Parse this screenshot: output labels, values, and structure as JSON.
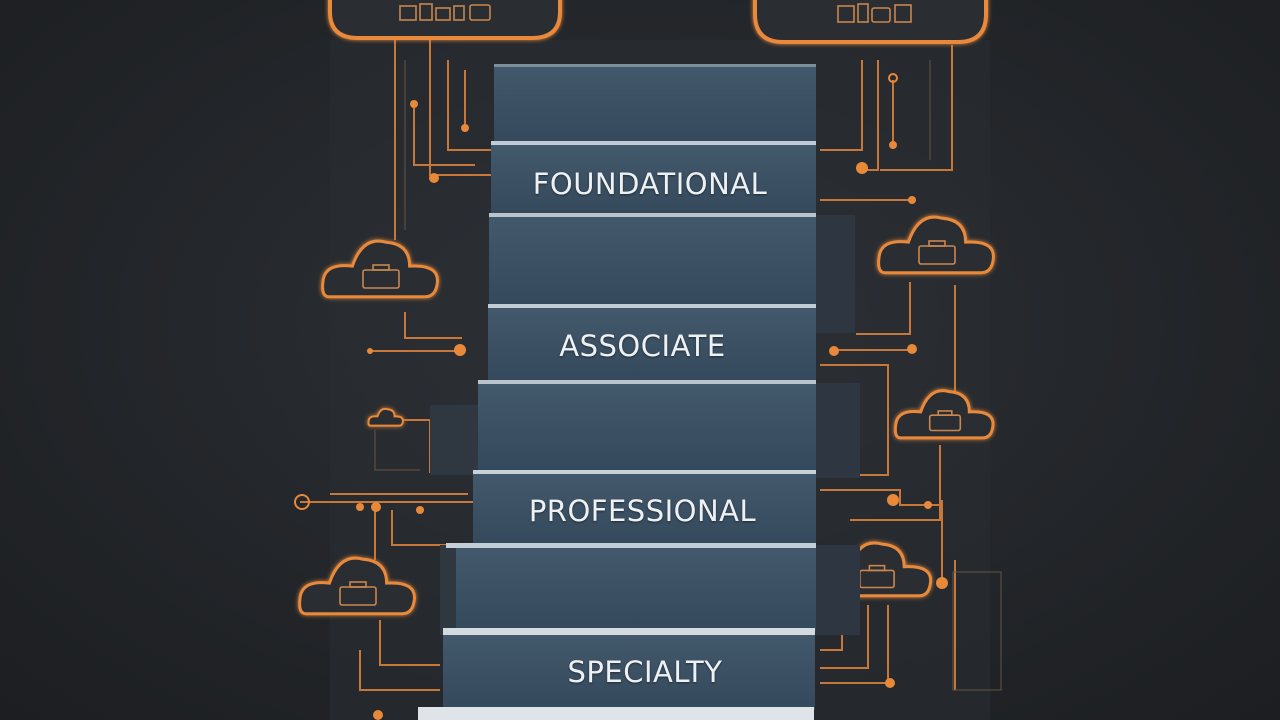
{
  "steps": [
    {
      "label": "FOUNDATIONAL"
    },
    {
      "label": "ASSOCIATE"
    },
    {
      "label": "PROFESSIONAL"
    },
    {
      "label": "SPECIALTY"
    }
  ],
  "colors": {
    "background": "#25282c",
    "step_face": "#3a5063",
    "step_edge": "#b8c3cc",
    "accent_orange": "#e8893a",
    "label_text": "#eef1f4"
  },
  "icons": [
    "cloud-icon",
    "briefcase-icon",
    "circuit-trace",
    "circuit-node"
  ]
}
